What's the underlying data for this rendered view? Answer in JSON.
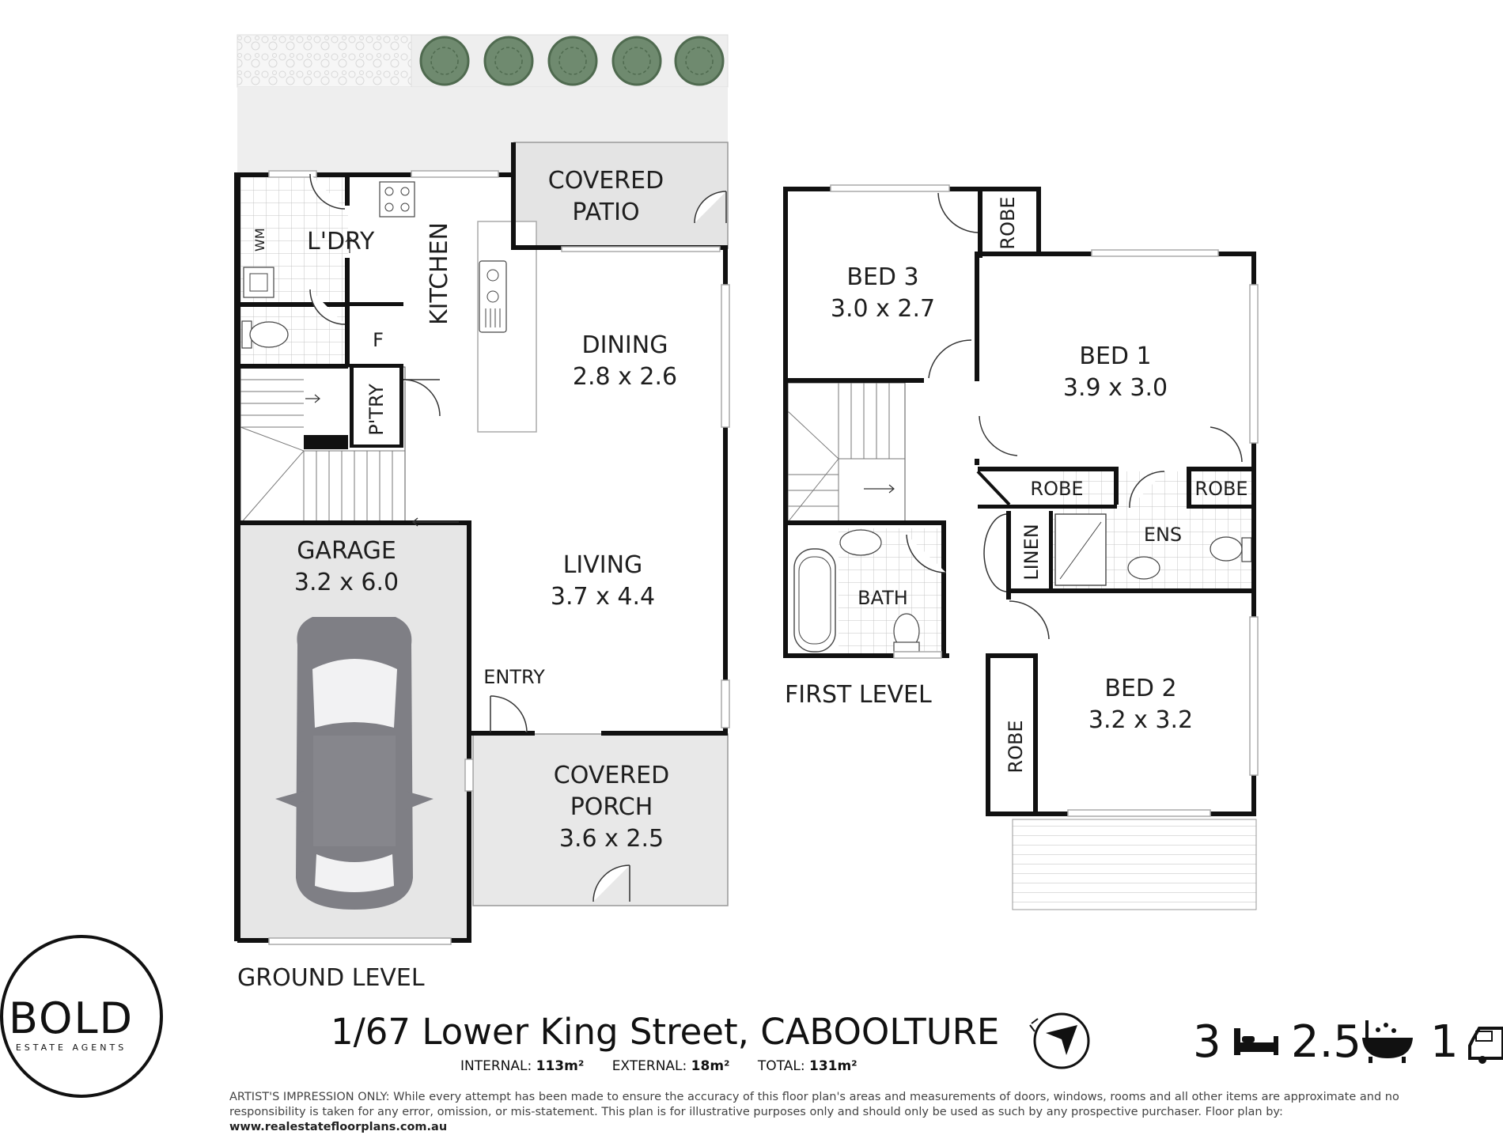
{
  "ground": {
    "covered_patio": [
      "COVERED",
      "PATIO"
    ],
    "laundry": "L'DRY",
    "wm": "WM",
    "kitchen": "KITCHEN",
    "fridge": "F",
    "pantry": "P'TRY",
    "dining": "DINING",
    "dining_size": "2.8 x 2.6",
    "living": "LIVING",
    "living_size": "3.7 x 4.4",
    "garage": "GARAGE",
    "garage_size": "3.2 x 6.0",
    "entry": "ENTRY",
    "covered_porch": [
      "COVERED",
      "PORCH"
    ],
    "porch_size": "3.6 x 2.5",
    "level_label": "GROUND LEVEL"
  },
  "first": {
    "bed3": "BED 3",
    "bed3_size": "3.0 x 2.7",
    "robe_bed3": "ROBE",
    "bed1": "BED 1",
    "bed1_size": "3.9 x 3.0",
    "robe_left": "ROBE",
    "robe_right": "ROBE",
    "ens": "ENS",
    "linen": "LINEN",
    "bath": "BATH",
    "bed2": "BED 2",
    "bed2_size": "3.2 x 3.2",
    "robe_bed2": "ROBE",
    "level_label": "FIRST LEVEL"
  },
  "logo": {
    "main": "BOLD",
    "sub": "ESTATE AGENTS"
  },
  "address": "1/67 Lower King Street, CABOOLTURE",
  "areas": {
    "internal_label": "INTERNAL:",
    "internal_value": "113m²",
    "external_label": "EXTERNAL:",
    "external_value": "18m²",
    "total_label": "TOTAL:",
    "total_value": "131m²"
  },
  "stats": {
    "beds": "3",
    "baths": "2.5",
    "cars": "1"
  },
  "icons": [
    "compass-icon",
    "bed-icon",
    "bath-icon",
    "car-icon"
  ],
  "disclaimer": {
    "text": "ARTIST'S IMPRESSION ONLY: While every attempt has been made to ensure the accuracy of this floor plan's areas and measurements of doors, windows, rooms and all other items are approximate and no responsibility is taken for any error, omission, or mis-statement. This plan is for illustrative purposes only and should only be used as such by any prospective purchaser. Floor plan by: ",
    "link": "www.realestatefloorplans.com.au"
  }
}
